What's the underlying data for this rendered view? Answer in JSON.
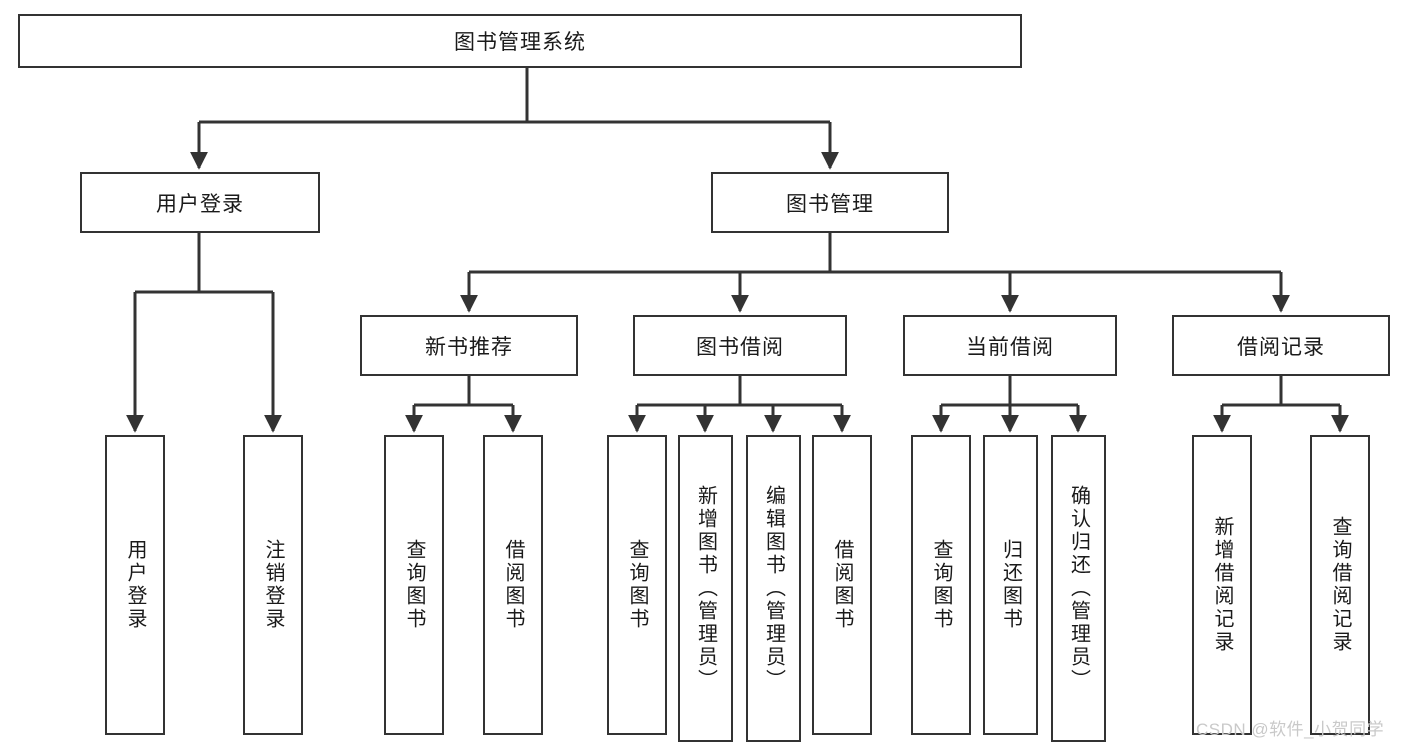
{
  "diagram": {
    "type": "tree-hierarchy",
    "title": "图书管理系统",
    "background_color": "#ffffff",
    "line_color": "#333333",
    "text_color": "#1a1a1a",
    "root": {
      "id": "root",
      "label": "图书管理系统",
      "orientation": "horizontal"
    },
    "level2": [
      {
        "id": "user-login",
        "label": "用户登录",
        "orientation": "horizontal"
      },
      {
        "id": "book-manage",
        "label": "图书管理",
        "orientation": "horizontal"
      }
    ],
    "level3": [
      {
        "id": "new-book-recommend",
        "label": "新书推荐",
        "orientation": "horizontal",
        "parent": "book-manage"
      },
      {
        "id": "book-borrow",
        "label": "图书借阅",
        "orientation": "horizontal",
        "parent": "book-manage"
      },
      {
        "id": "current-borrow",
        "label": "当前借阅",
        "orientation": "horizontal",
        "parent": "book-manage"
      },
      {
        "id": "borrow-record",
        "label": "借阅记录",
        "orientation": "horizontal",
        "parent": "book-manage"
      }
    ],
    "leaves": [
      {
        "id": "leaf-user-login",
        "label": "用户登录",
        "orientation": "vertical",
        "parent": "user-login"
      },
      {
        "id": "leaf-user-logout",
        "label": "注销登录",
        "orientation": "vertical",
        "parent": "user-login"
      },
      {
        "id": "leaf-query-book-1",
        "label": "查询图书",
        "orientation": "vertical",
        "parent": "new-book-recommend"
      },
      {
        "id": "leaf-borrow-book-1",
        "label": "借阅图书",
        "orientation": "vertical",
        "parent": "new-book-recommend"
      },
      {
        "id": "leaf-query-book-2",
        "label": "查询图书",
        "orientation": "vertical",
        "parent": "book-borrow"
      },
      {
        "id": "leaf-add-book",
        "label": "新增图书（管理员）",
        "orientation": "vertical",
        "parent": "book-borrow"
      },
      {
        "id": "leaf-edit-book",
        "label": "编辑图书（管理员）",
        "orientation": "vertical",
        "parent": "book-borrow"
      },
      {
        "id": "leaf-borrow-book-2",
        "label": "借阅图书",
        "orientation": "vertical",
        "parent": "book-borrow"
      },
      {
        "id": "leaf-query-book-3",
        "label": "查询图书",
        "orientation": "vertical",
        "parent": "current-borrow"
      },
      {
        "id": "leaf-return-book",
        "label": "归还图书",
        "orientation": "vertical",
        "parent": "current-borrow"
      },
      {
        "id": "leaf-confirm-return",
        "label": "确认归还（管理员）",
        "orientation": "vertical",
        "parent": "current-borrow"
      },
      {
        "id": "leaf-add-record",
        "label": "新增借阅记录",
        "orientation": "vertical",
        "parent": "borrow-record"
      },
      {
        "id": "leaf-query-record",
        "label": "查询借阅记录",
        "orientation": "vertical",
        "parent": "borrow-record"
      }
    ]
  },
  "watermark": {
    "text": "CSDN @软件_小贺同学"
  }
}
